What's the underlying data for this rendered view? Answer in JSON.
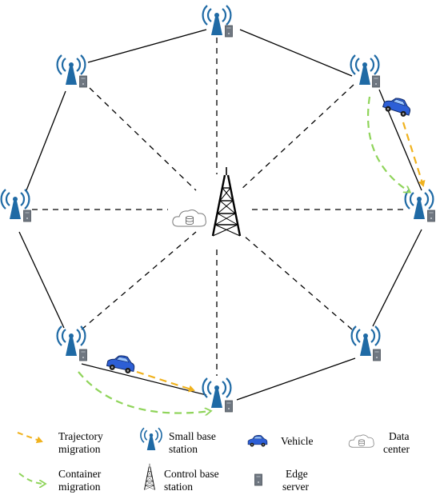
{
  "colors": {
    "tower": "#1f6aa5",
    "edge_server": "#6f7781",
    "vehicle": "#2d5fd6",
    "trajectory_arrow": "#f0b21e",
    "container_arrow": "#8fd45a",
    "solid_link": "#000000",
    "dashed_link": "#000000"
  },
  "icons": {
    "small_base_station": "radio-tower-icon",
    "control_base_station": "lattice-tower-icon",
    "vehicle": "car-icon",
    "data_center": "cloud-database-icon",
    "edge_server": "server-icon"
  },
  "legend": {
    "trajectory_migration": [
      "Trajectory",
      "migration"
    ],
    "small_base_station": [
      "Small base",
      "station"
    ],
    "vehicle": [
      "Vehicle"
    ],
    "data_center": [
      "Data",
      "center"
    ],
    "container_migration": [
      "Container",
      "migration"
    ],
    "control_base_station": [
      "Control base",
      "station"
    ],
    "edge_server": [
      "Edge",
      "server"
    ]
  }
}
